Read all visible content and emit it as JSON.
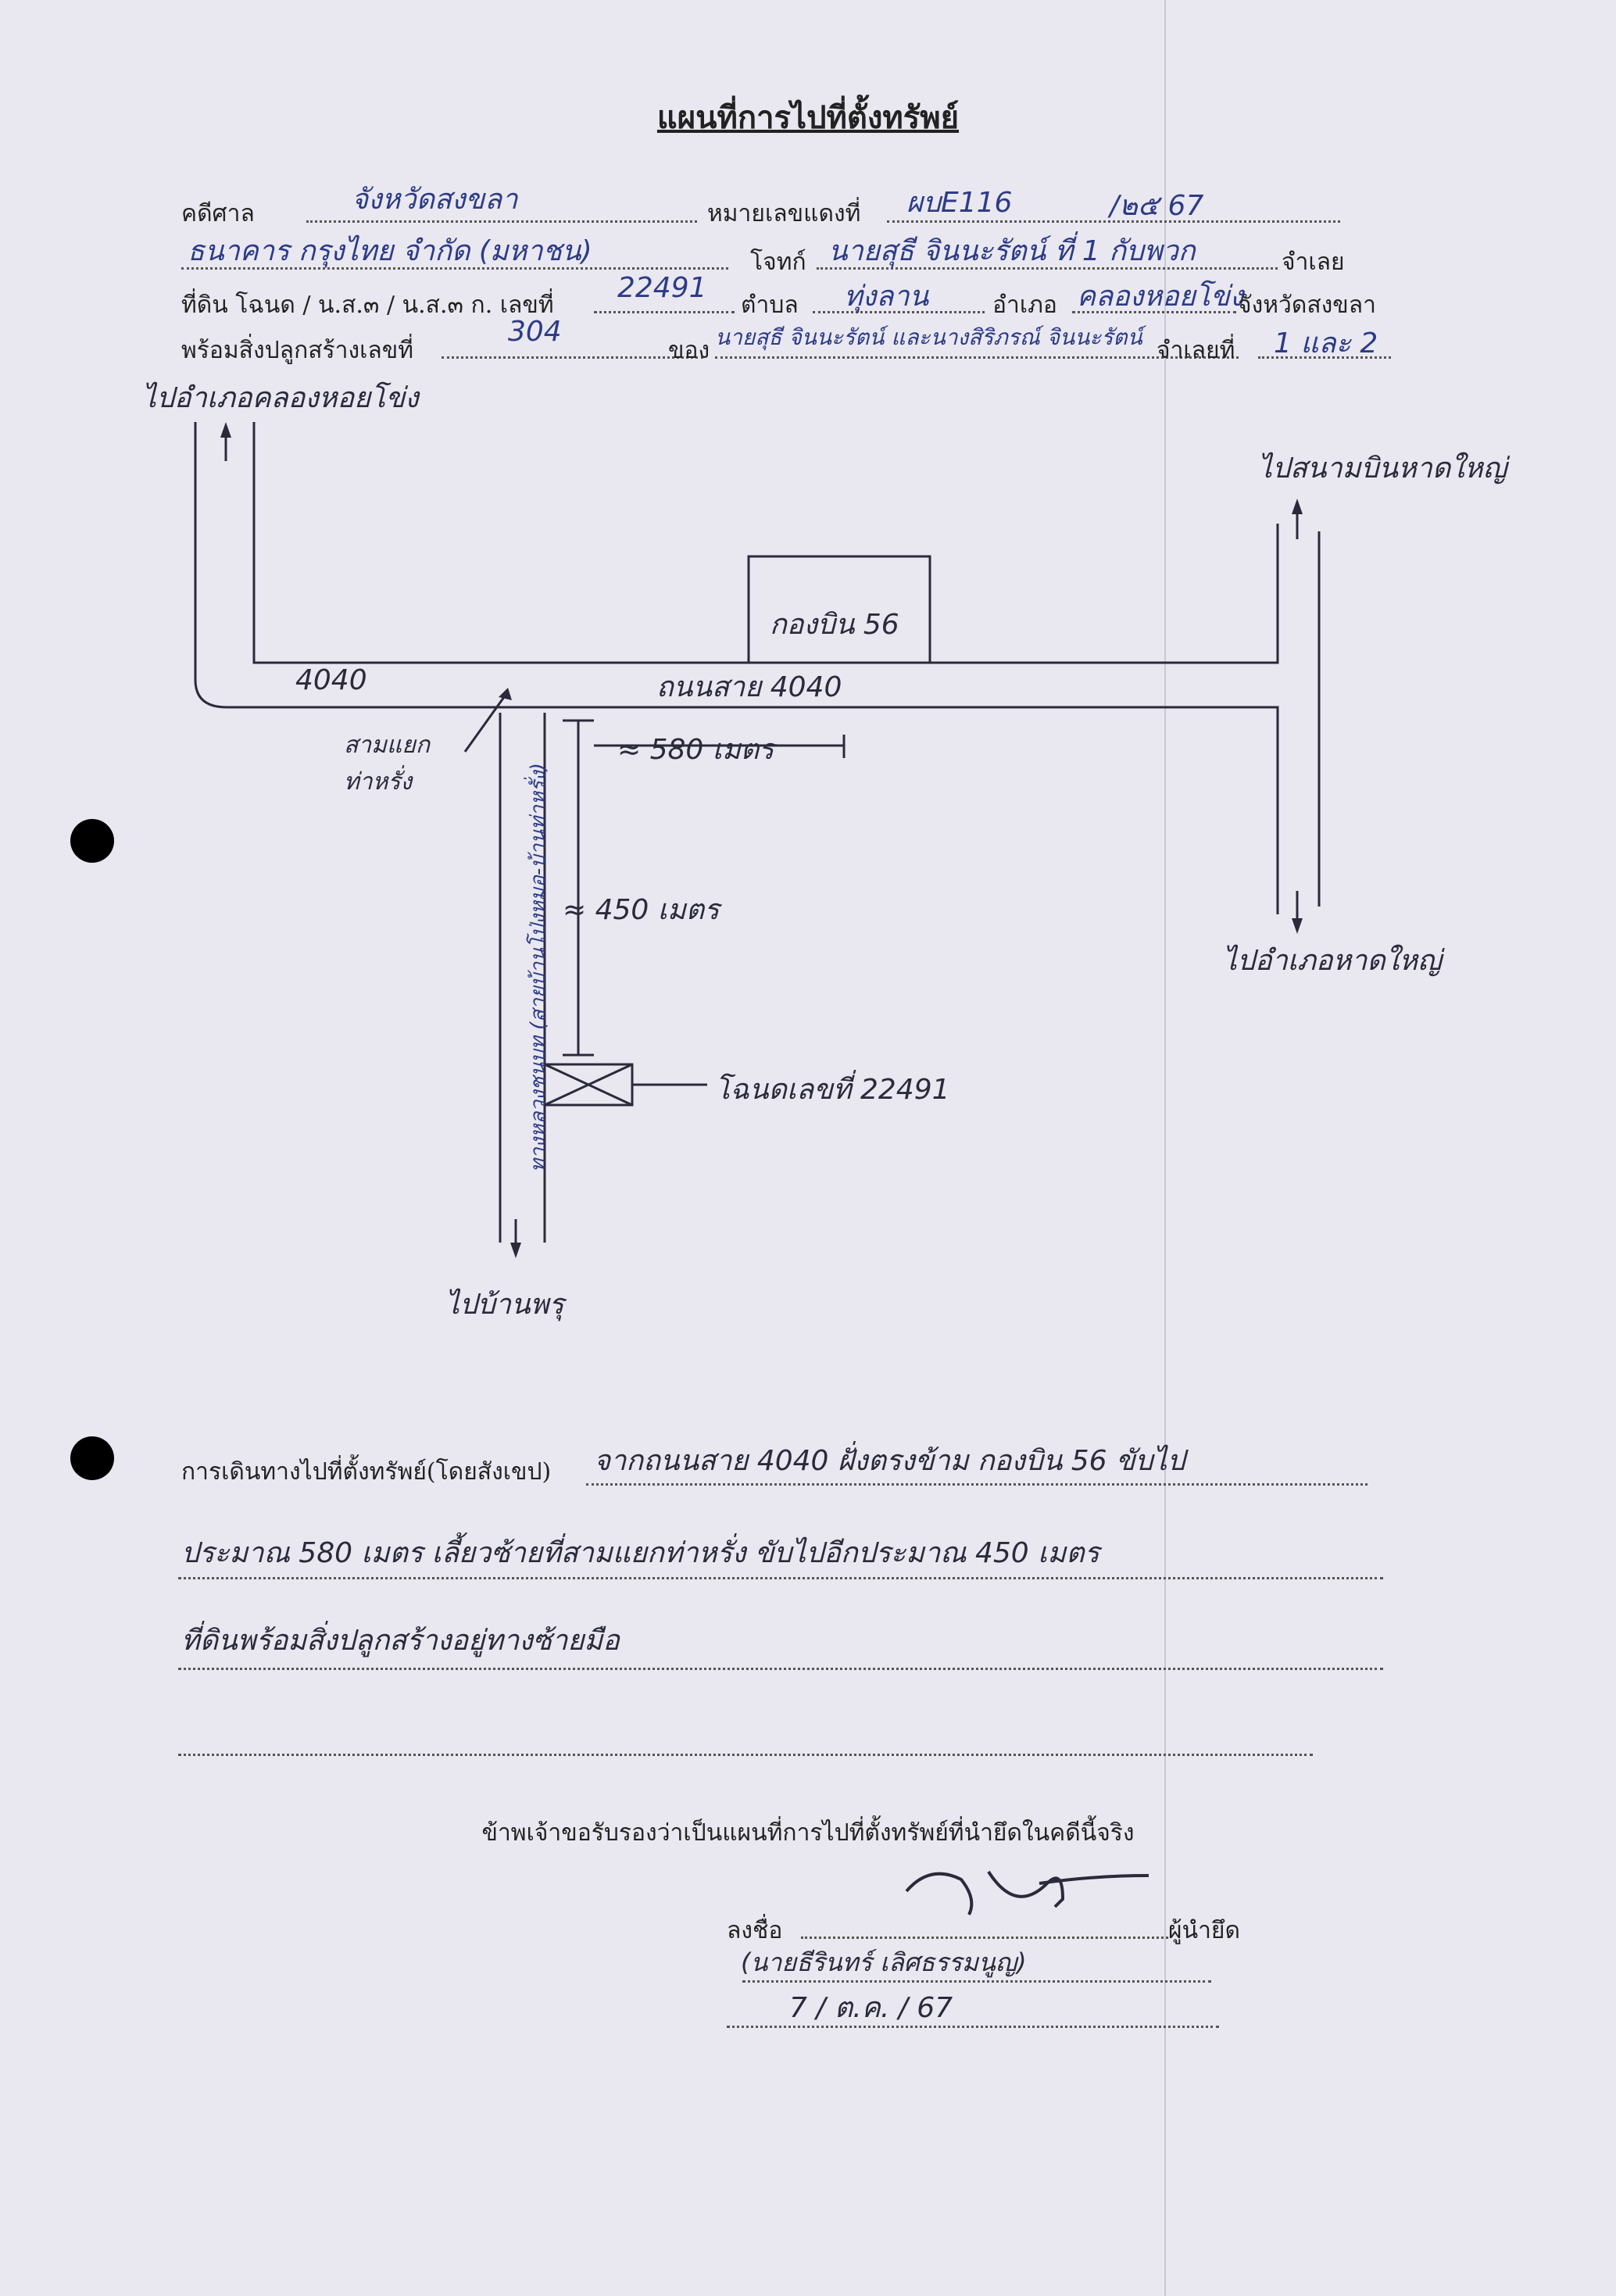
{
  "document": {
    "title": "แผนที่การไปที่ตั้งทรัพย์",
    "labels": {
      "court": "คดีศาล",
      "case_no": "หมายเลขแดงที่",
      "plaintiff": "โจทก์",
      "defendant": "จำเลย",
      "land": "ที่ดิน โฉนด / น.ส.๓ / น.ส.๓ ก. เลขที่",
      "tambon": "ตำบล",
      "amphoe": "อำเภอ",
      "province": "จังหวัดสงขลา",
      "building": "พร้อมสิ่งปลูกสร้างเลขที่",
      "of": "ของ",
      "defendant_no": "จำเลยที่"
    },
    "values": {
      "court": "จังหวัดสงขลา",
      "case_no": "ผบE116",
      "case_year": "/๒๕ 67",
      "bank": "ธนาคาร กรุงไทย จำกัด (มหาชน)",
      "plaintiff_name": "นายสุธี จินนะรัตน์ ที่ 1 กับพวก",
      "deed_no": "22491",
      "tambon": "ทุ่งลาน",
      "amphoe": "คลองหอยโข่ง",
      "building_no": "304",
      "owner": "นายสุธี จินนะรัตน์ และนางสิริภรณ์ จินนะรัตน์",
      "defendant_no": "1 และ 2"
    }
  },
  "map": {
    "to_khlong_hoi_khong": "ไปอำเภอคลองหอยโข่ง",
    "to_airport": "ไปสนามบินหาดใหญ่",
    "to_hat_yai": "ไปอำเภอหาดใหญ่",
    "to_ban_phru": "ไปบ้านพรุ",
    "gas_station": "กองบิน 56",
    "road_4040_left": "4040",
    "road_4040": "ถนนสาย 4040",
    "junction": "สามแยกท่าหรั่ง",
    "road_side": "ทางหลวงชนบท (สายบ้านโป่งหมอ-บ้านท่าหรั่ง)",
    "dist_580": "≈ 580 เมตร",
    "dist_450": "≈ 450 เมตร",
    "deed_label": "โฉนดเลขที่ 22491"
  },
  "directions": {
    "label": "การเดินทางไปที่ตั้งทรัพย์(โดยสังเขป)",
    "line1": "จากถนนสาย 4040 ฝั่งตรงข้าม กองบิน 56 ขับไป",
    "line2": "ประมาณ 580 เมตร เลี้ยวซ้ายที่สามแยกท่าหรั่ง ขับไปอีกประมาณ 450 เมตร",
    "line3": "ที่ดินพร้อมสิ่งปลูกสร้างอยู่ทางซ้ายมือ"
  },
  "certification": {
    "text": "ข้าพเจ้าขอรับรองว่าเป็นแผนที่การไปที่ตั้งทรัพย์ที่นำยึดในคดีนี้จริง",
    "sign_label": "ลงชื่อ",
    "seizer_label": "ผู้นำยึด",
    "signer_name": "(นายธีรินทร์ เลิศธรรมนูญ)",
    "date": "7 / ต.ค. / 67"
  },
  "colors": {
    "ink_blue": "#2d3b86",
    "ink_dark": "#2a2a3a",
    "paper": "#e9e8f1"
  }
}
